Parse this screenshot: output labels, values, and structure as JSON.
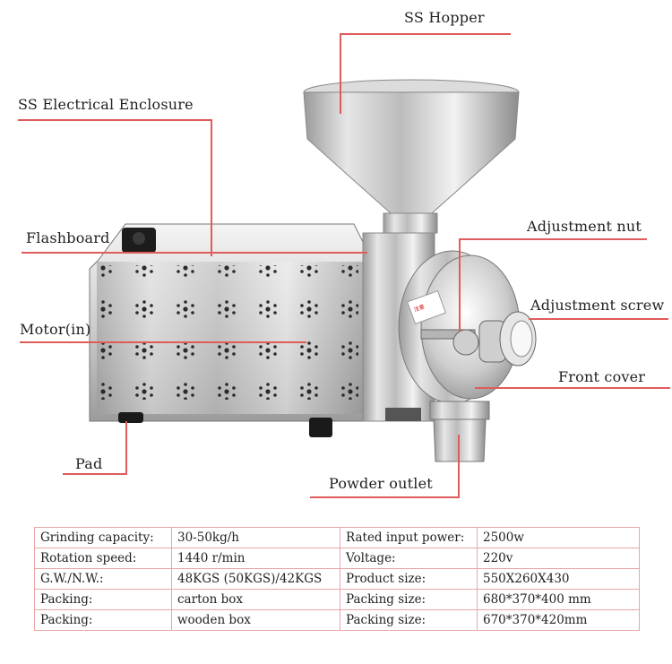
{
  "labels": {
    "ss_hopper": "SS Hopper",
    "ss_electrical_enclosure": "SS Electrical Enclosure",
    "flashboard": "Flashboard",
    "adjustment_nut": "Adjustment nut",
    "motor": "Motor(in)",
    "adjustment_screw": "Adjustment screw",
    "front_cover": "Front cover",
    "pad": "Pad",
    "powder_outlet": "Powder outlet"
  },
  "warning_sticker": "注意",
  "specs": {
    "rows": [
      [
        "Grinding capacity:",
        "30-50kg/h",
        "Rated input power:",
        "2500w"
      ],
      [
        "Rotation speed:",
        "1440 r/min",
        "Voltage:",
        "220v"
      ],
      [
        "G.W./N.W.:",
        "48KGS (50KGS)/42KGS",
        "Product size:",
        "550X260X430"
      ],
      [
        "Packing:",
        "carton box",
        "Packing size:",
        "680*370*400 mm"
      ],
      [
        "Packing:",
        "wooden box",
        "Packing size:",
        "670*370*420mm"
      ]
    ]
  },
  "colors": {
    "leader": "#e05b5b",
    "table_border": "#e9a7a7"
  }
}
